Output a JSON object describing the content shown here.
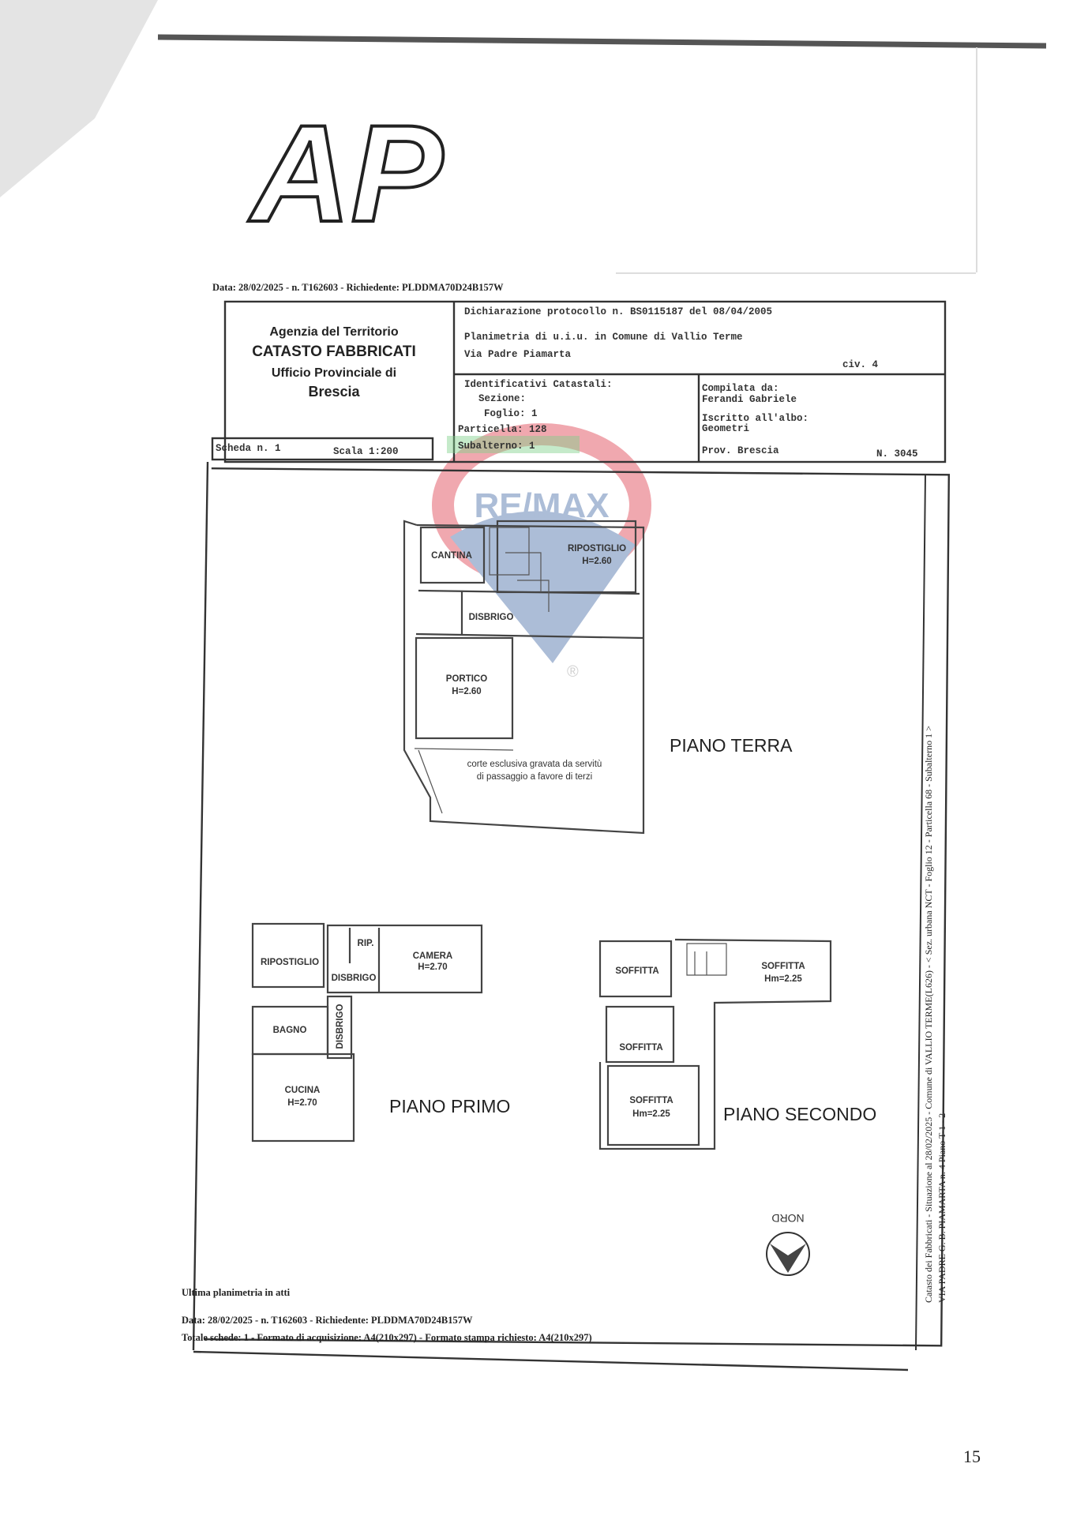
{
  "logo": {
    "text": "AP"
  },
  "watermark": {
    "text": "RE/MAX",
    "reg": "®"
  },
  "header": {
    "request_line": "Data: 28/02/2025 - n. T162603 - Richiedente: PLDDMA70D24B157W",
    "agency": [
      "Agenzia del Territorio",
      "CATASTO FABBRICATI",
      "Ufficio Provinciale di",
      "Brescia"
    ],
    "declaration": "Dichiarazione protocollo n. BS0115187 del 08/04/2005",
    "plan_of": "Planimetria di u.i.u. in Comune di Vallio Terme",
    "street": "Via Padre Piamarta",
    "civ": "civ. 4",
    "ident_title": "Identificativi Catastali:",
    "sezione": "Sezione:",
    "foglio": "Foglio: 1",
    "particella": "Particella: 128",
    "subalterno": "Subalterno: 1",
    "compiled_by_label": "Compilata da:",
    "compiled_by": "Ferandi Gabriele",
    "albo_label": "Iscritto all'albo:",
    "albo": "Geometri",
    "prov": "Prov. Brescia",
    "number": "N. 3045",
    "scheda": "Scheda n. 1",
    "scala": "Scala 1:200"
  },
  "floors": {
    "terra": {
      "title": "PIANO TERRA",
      "rooms": [
        "CANTINA",
        "RIPOSTIGLIO",
        "H=2.60",
        "DISBRIGO",
        "PORTICO",
        "H=2.60"
      ],
      "note": [
        "corte esclusiva gravata da servitù",
        "di passaggio a favore di terzi"
      ]
    },
    "primo": {
      "title": "PIANO PRIMO",
      "rooms": [
        "RIPOSTIGLIO",
        "RIP.",
        "CAMERA",
        "H=2.70",
        "DISBRIGO",
        "BAGNO",
        "DISBRIGO",
        "CUCINA",
        "H=2.70"
      ]
    },
    "secondo": {
      "title": "PIANO SECONDO",
      "rooms": [
        "SOFFITTA",
        "SOFFITTA",
        "Hm=2.25",
        "SOFFITTA",
        "SOFFITTA",
        "Hm=2.25"
      ]
    }
  },
  "compass": {
    "label": "NORD"
  },
  "side_text": [
    "Catasto dei Fabbricati - Situazione al 28/02/2025 - Comune di VALLIO TERME(L626) - < Sez. urbana NCT - Foglio 12 - Particella 68 - Subalterno 1 >",
    "VIA PADRE G. B. PIAMARTA n. 4 Piano T-1 - 2"
  ],
  "footer": {
    "last_plan": "Ultima planimetria in atti",
    "request_line": "Data: 28/02/2025 - n. T162603 - Richiedente: PLDDMA70D24B157W",
    "totals": "Totale schede: 1 - Formato di acquisizione: A4(210x297) - Formato stampa richiesto: A4(210x297)"
  },
  "page_number": "15"
}
